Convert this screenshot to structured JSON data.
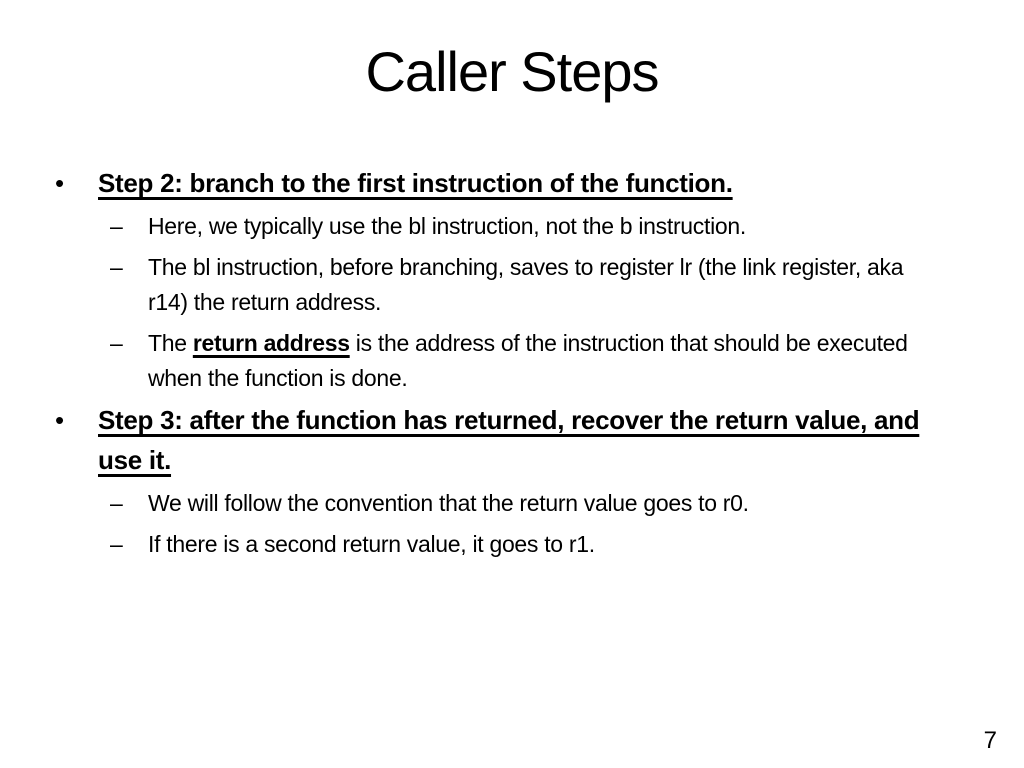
{
  "slide": {
    "title": "Caller Steps",
    "page_number": "7",
    "background_color": "#ffffff",
    "text_color": "#000000"
  },
  "markers": {
    "level1": "•",
    "level2": "–"
  },
  "bullets": {
    "step2": {
      "heading": "Step 2: branch to the first instruction of the function.",
      "sub1": "Here, we typically use the bl instruction, not the b instruction.",
      "sub2": "The bl instruction, before branching, saves to register lr (the link register, aka r14) the return address.",
      "sub3_prefix": "The ",
      "sub3_term": "return address",
      "sub3_suffix": " is the address of the instruction that should be executed when the function is done."
    },
    "step3": {
      "heading": "Step 3: after the function has returned, recover the return value, and use it.",
      "sub1": "We will follow the convention that the return value goes to r0.",
      "sub2": "If there is a second return value, it goes to r1."
    }
  }
}
